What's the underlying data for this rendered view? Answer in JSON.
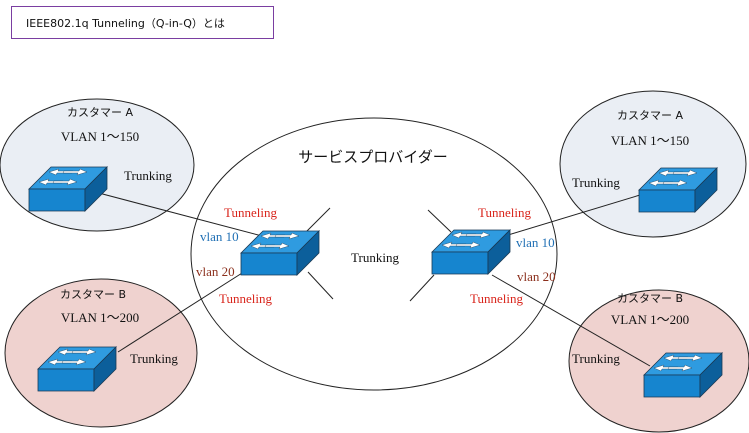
{
  "title": "IEEE802.1q Tunneling（Q-in-Q）とは",
  "provider": {
    "label": "サービスプロバイダー",
    "core_link_label": "Trunking"
  },
  "customers": {
    "a_left": {
      "name": "カスタマー A",
      "vlan": "VLAN 1～150",
      "link_label": "Trunking"
    },
    "a_right": {
      "name": "カスタマー A",
      "vlan": "VLAN 1～150",
      "link_label": "Trunking"
    },
    "b_left": {
      "name": "カスタマー B",
      "vlan": "VLAN 1～200",
      "link_label": "Trunking"
    },
    "b_right": {
      "name": "カスタマー B",
      "vlan": "VLAN 1～200",
      "link_label": "Trunking"
    }
  },
  "edge_left": {
    "tunnel_top": "Tunneling",
    "vlan_top": "vlan 10",
    "vlan_bottom": "vlan 20",
    "tunnel_bottom": "Tunneling"
  },
  "edge_right": {
    "tunnel_top": "Tunneling",
    "vlan_top": "vlan 10",
    "vlan_bottom": "vlan 20",
    "tunnel_bottom": "Tunneling"
  },
  "colors": {
    "customer_a_fill": "#eaeef4",
    "customer_b_fill": "#efd2cf",
    "tunnel_text": "#d9251c",
    "vlan10_text": "#1f6fb4",
    "vlan20_text": "#8b2f1c",
    "switch_top": "#2f9be0",
    "switch_front": "#1685cf",
    "switch_side": "#0c5f9b",
    "title_border": "#7a3ea1"
  }
}
